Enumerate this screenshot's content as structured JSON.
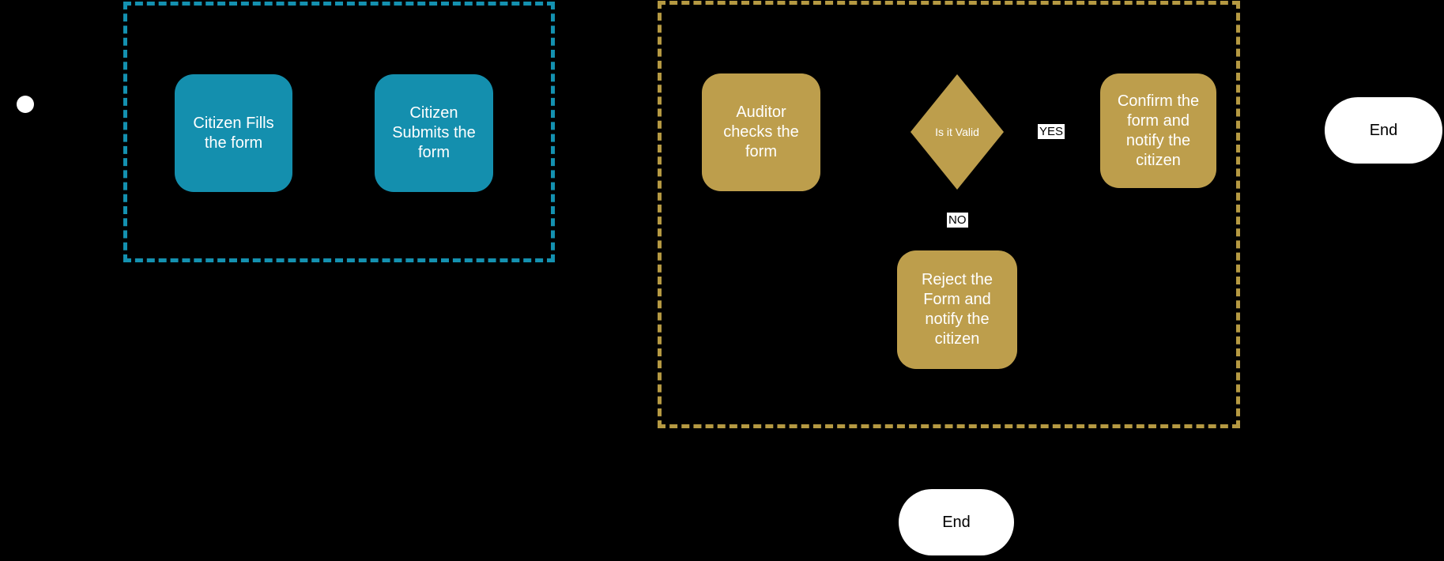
{
  "diagram": {
    "type": "flowchart",
    "background_color": "#000000",
    "colors": {
      "teal_node": "#148FAE",
      "teal_lane_border": "#1491B0",
      "gold_node": "#BD9E4C",
      "gold_lane_border": "#B59942",
      "node_text": "#FFFFFF",
      "end_node_fill": "#FFFFFF",
      "end_node_text": "#000000",
      "edge_label_bg": "#FFFFFF",
      "edge_label_text": "#000000"
    },
    "lanes": {
      "citizen": {
        "style": "teal-dashed"
      },
      "auditor": {
        "style": "gold-dashed"
      }
    },
    "nodes": {
      "start": {
        "type": "start-circle"
      },
      "fill_form": {
        "label": "Citizen Fills the form",
        "type": "process",
        "lane": "citizen"
      },
      "submit_form": {
        "label": "Citizen Submits the form",
        "type": "process",
        "lane": "citizen"
      },
      "auditor_checks": {
        "label": "Auditor checks the form",
        "type": "process",
        "lane": "auditor"
      },
      "decision": {
        "label": "Is it Valid",
        "type": "decision",
        "lane": "auditor"
      },
      "confirm": {
        "label": "Confirm the form and notify the citizen",
        "type": "process",
        "lane": "auditor"
      },
      "reject": {
        "label": "Reject the Form and notify the citizen",
        "type": "process",
        "lane": "auditor"
      },
      "end_right": {
        "label": "End",
        "type": "terminator"
      },
      "end_bottom": {
        "label": "End",
        "type": "terminator"
      }
    },
    "edge_labels": {
      "yes": "YES",
      "no": "NO"
    }
  }
}
